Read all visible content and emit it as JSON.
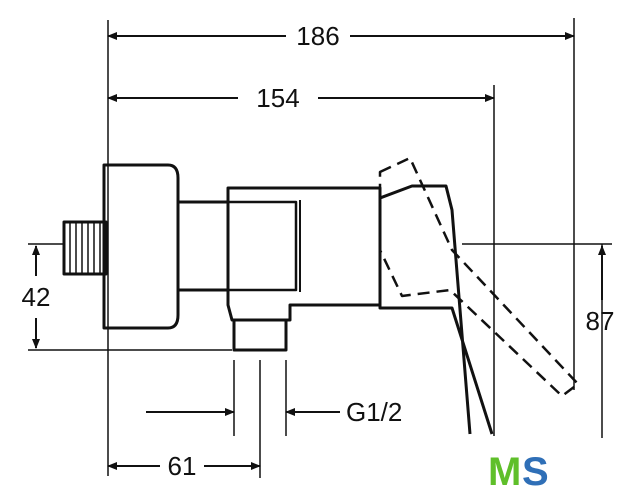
{
  "dimensions": {
    "overall_length": "186",
    "body_length": "154",
    "inlet_height": "42",
    "total_height": "87",
    "outlet_thread": "G1/2",
    "outlet_offset": "61"
  },
  "logo": {
    "text_m": "M",
    "text_s": "S",
    "color_m": "#5fbf2a",
    "color_s": "#2f6fb7"
  }
}
